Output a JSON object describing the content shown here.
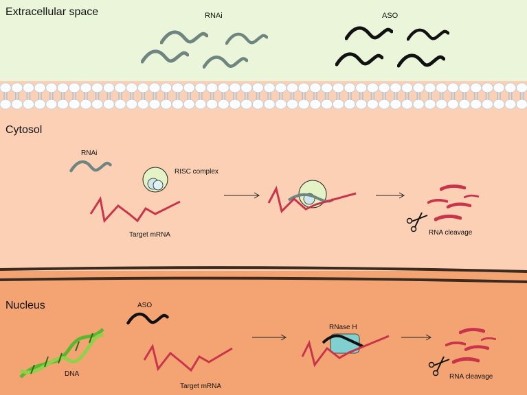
{
  "regions": {
    "extracellular": "Extracellular space",
    "cytosol": "Cytosol",
    "nucleus": "Nucleus"
  },
  "extracellular_labels": {
    "rnai": "RNAi",
    "aso": "ASO"
  },
  "cytosol_labels": {
    "rnai": "RNAi",
    "risc": "RISC complex",
    "target": "Target mRNA",
    "cleavage": "RNA cleavage"
  },
  "nucleus_labels": {
    "aso": "ASO",
    "dna": "DNA",
    "target": "Target mRNA",
    "rnase": "RNase H",
    "cleavage": "RNA cleavage"
  },
  "colors": {
    "extracellular": "#eaf5d9",
    "cytosol": "#fbd0b5",
    "nucleus": "#f4a472",
    "rnai": "#6f8680",
    "aso": "#111111",
    "mrna": "#c9344b",
    "risc": "#e4f3c6",
    "rnase": "#7fd0cf"
  }
}
